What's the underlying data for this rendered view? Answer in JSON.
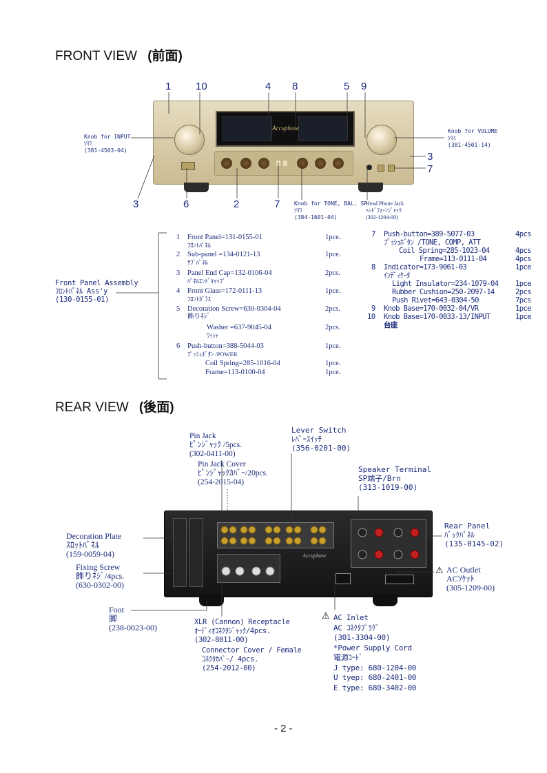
{
  "front": {
    "title": "FRONT VIEW",
    "title_jp": "(前面)",
    "callouts_top": [
      "1",
      "10",
      "4",
      "8",
      "5",
      "9"
    ],
    "callouts_right": [
      "3",
      "7"
    ],
    "callouts_bottom": [
      "3",
      "6",
      "2",
      "7"
    ],
    "knob_input": "Knob for INPUT\nﾂﾏﾐ\n(381-4503-04)",
    "knob_volume": "Knob for VOLUME\nﾂﾏﾐ\n(381-4501-14)",
    "knob_tone": "Knob for TONE, BAL, SP\nﾂﾏﾐ\n(384-1601-04)",
    "headphone": "Head Phone Jack\nﾍｯﾄﾞﾌｫｰﾝｼﾞｬｯｸ\n(302-1204-00)",
    "brand": "Accuphase",
    "assembly": {
      "name": "Front Panel Assembly",
      "jp": "ﾌﾛﾝﾄﾊﾟﾈﾙ Ass'y",
      "num": "(130-0155-01)"
    },
    "parts_left": [
      {
        "n": "1",
        "text": "Front Panel=131-0155-01",
        "jp": "ﾌﾛﾝﾄﾊﾟﾈﾙ",
        "qty": "1pce."
      },
      {
        "n": "2",
        "text": "Sub-panel =134-0121-13",
        "jp": "ｻﾌﾞﾊﾟﾈﾙ",
        "qty": "1pce."
      },
      {
        "n": "3",
        "text": "Panel End Cap=132-0106-04",
        "jp": "ﾊﾟﾈﾙｴﾝﾄﾞｷｬｯﾌﾟ",
        "qty": "2pcs."
      },
      {
        "n": "4",
        "text": "Front Glass=172-0111-13",
        "jp": "ﾌﾛﾝﾄｶﾞﾗｽ",
        "qty": "1pce."
      },
      {
        "n": "5",
        "text": "Decoration Screw=630-0304-04",
        "jp": "飾りﾈｼﾞ",
        "qty": "2pcs."
      },
      {
        "n": "",
        "text": "Washer =637-9045-04",
        "jp": "ﾜｯｼｬ",
        "qty": "2pcs."
      },
      {
        "n": "6",
        "text": "Push-button=388-5044-03",
        "jp": "ﾌﾟｯｼｭﾎﾞﾀﾝ /POWER",
        "qty": "1pce."
      },
      {
        "n": "",
        "text": "Coil Spring=285-1016-04",
        "jp": "",
        "qty": "1pce."
      },
      {
        "n": "",
        "text": "Frame=113-0100-04",
        "jp": "",
        "qty": "1pce."
      }
    ],
    "parts_right": [
      {
        "n": "7",
        "text": "Push-button=389-5077-03",
        "qty": "4pcs"
      },
      {
        "n": "",
        "text": "ﾌﾟｯｼｭﾎﾞﾀﾝ /TONE, COMP, ATT",
        "qty": ""
      },
      {
        "n": "",
        "text": "Coil Spring=285-1023-04",
        "qty": "4pcs"
      },
      {
        "n": "",
        "text": "Frame=113-0111-04",
        "qty": "4pcs"
      },
      {
        "n": "8",
        "text": "Indicator=173-9061-03",
        "qty": "1pce"
      },
      {
        "n": "",
        "text": "ｲﾝﾃﾞｨｹｰﾀ",
        "qty": ""
      },
      {
        "n": "",
        "text": "Light Insulator=234-1079-04",
        "qty": "1pce"
      },
      {
        "n": "",
        "text": "Rubber Cushion=250-2097-14",
        "qty": "2pcs"
      },
      {
        "n": "",
        "text": "Push Rivet=643-0304-50",
        "qty": "7pcs"
      },
      {
        "n": "9",
        "text": "Knob Base=170-0032-04/VR",
        "qty": "1pce"
      },
      {
        "n": "10",
        "text": "Knob Base=170-0033-13/INPUT",
        "qty": "1pce"
      },
      {
        "n": "",
        "text": "台座",
        "qty": ""
      }
    ]
  },
  "rear": {
    "title": "REAR VIEW",
    "title_jp": "(後面)",
    "pin_jack": "Pin Jack\nﾋﾟﾝｼﾞｬｯｸ /5pcs.\n(302-0411-00)",
    "pin_jack_cover": "Pin Jack Cover\nﾋﾟﾝｼﾞｬｯｸｶﾊﾞｰ/20pcs.\n(254-2015-04)",
    "lever_switch": "Lever Switch\nﾚﾊﾞｰｽｲｯﾁ\n(356-0201-00)",
    "speaker_terminal": "Speaker Terminal\nSP端子/Brn\n(313-1019-00)",
    "rear_panel": "Rear Panel\nﾊﾞｯｸﾊﾟﾈﾙ\n(135-0145-02)",
    "decoration_plate": "Decoration Plate\nｽﾛｯﾄﾊﾟﾈﾙ\n(159-0059-04)",
    "fixing_screw": "Fixing Screw\n飾りﾈｼﾞ/4pcs.\n(630-0302-00)",
    "ac_outlet": "AC Outlet\nACｿｹｯﾄ\n(305-1209-00)",
    "foot": "Foot\n脚\n(238-0023-00)",
    "xlr": "XLR (Cannon) Receptacle\nｵｰﾃﾞｨｵｺﾈｸﾀｼﾞｬｯｸ/4pcs.\n(302-8011-00)",
    "connector_cover": "Connector Cover / Female\nｺﾈｸﾀｶﾊﾞｰ/ 4pcs.\n(254-2012-00)",
    "ac_inlet": "AC Inlet\nAC ｺﾈｸﾀﾌﾟﾗｸﾞ\n(301-3304-00)\n*Power Supply Cord\n電源ｺｰﾄﾞ\nJ type: 680-1204-00\nU tyep: 680-2401-00\nE type: 680-3402-00",
    "brand": "Accuphase"
  },
  "page_number": "- 2 -",
  "colors": {
    "text_navy": "#1a2a7a",
    "champagne": "#d8c9a3",
    "rear_black": "#1c1c1c",
    "gold_jack": "#c8a030",
    "red_terminal": "#c02020"
  }
}
